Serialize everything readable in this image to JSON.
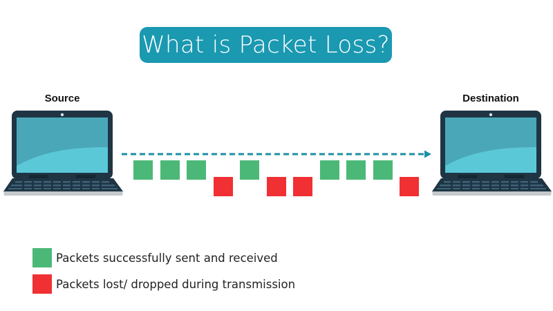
{
  "title": "What is Packet Loss?",
  "colors": {
    "title_bg": "#1a99b1",
    "success": "#4cb878",
    "lost": "#f03033",
    "arrow": "#1b8ea6",
    "laptop_frame": "#1f3544",
    "screen_dark": "#4aa7b8",
    "screen_light": "#5bc8d8"
  },
  "source": {
    "label": "Source",
    "icon": "laptop-icon"
  },
  "destination": {
    "label": "Destination",
    "icon": "laptop-icon"
  },
  "transmission": {
    "arrow": "dashed-arrow-right",
    "packets": [
      {
        "status": "success"
      },
      {
        "status": "success"
      },
      {
        "status": "success"
      },
      {
        "status": "lost"
      },
      {
        "status": "success"
      },
      {
        "status": "lost"
      },
      {
        "status": "lost"
      },
      {
        "status": "success"
      },
      {
        "status": "success"
      },
      {
        "status": "success"
      },
      {
        "status": "lost"
      }
    ]
  },
  "legend": [
    {
      "status": "success",
      "label": "Packets successfully sent and received"
    },
    {
      "status": "lost",
      "label": "Packets lost/ dropped during transmission"
    }
  ]
}
